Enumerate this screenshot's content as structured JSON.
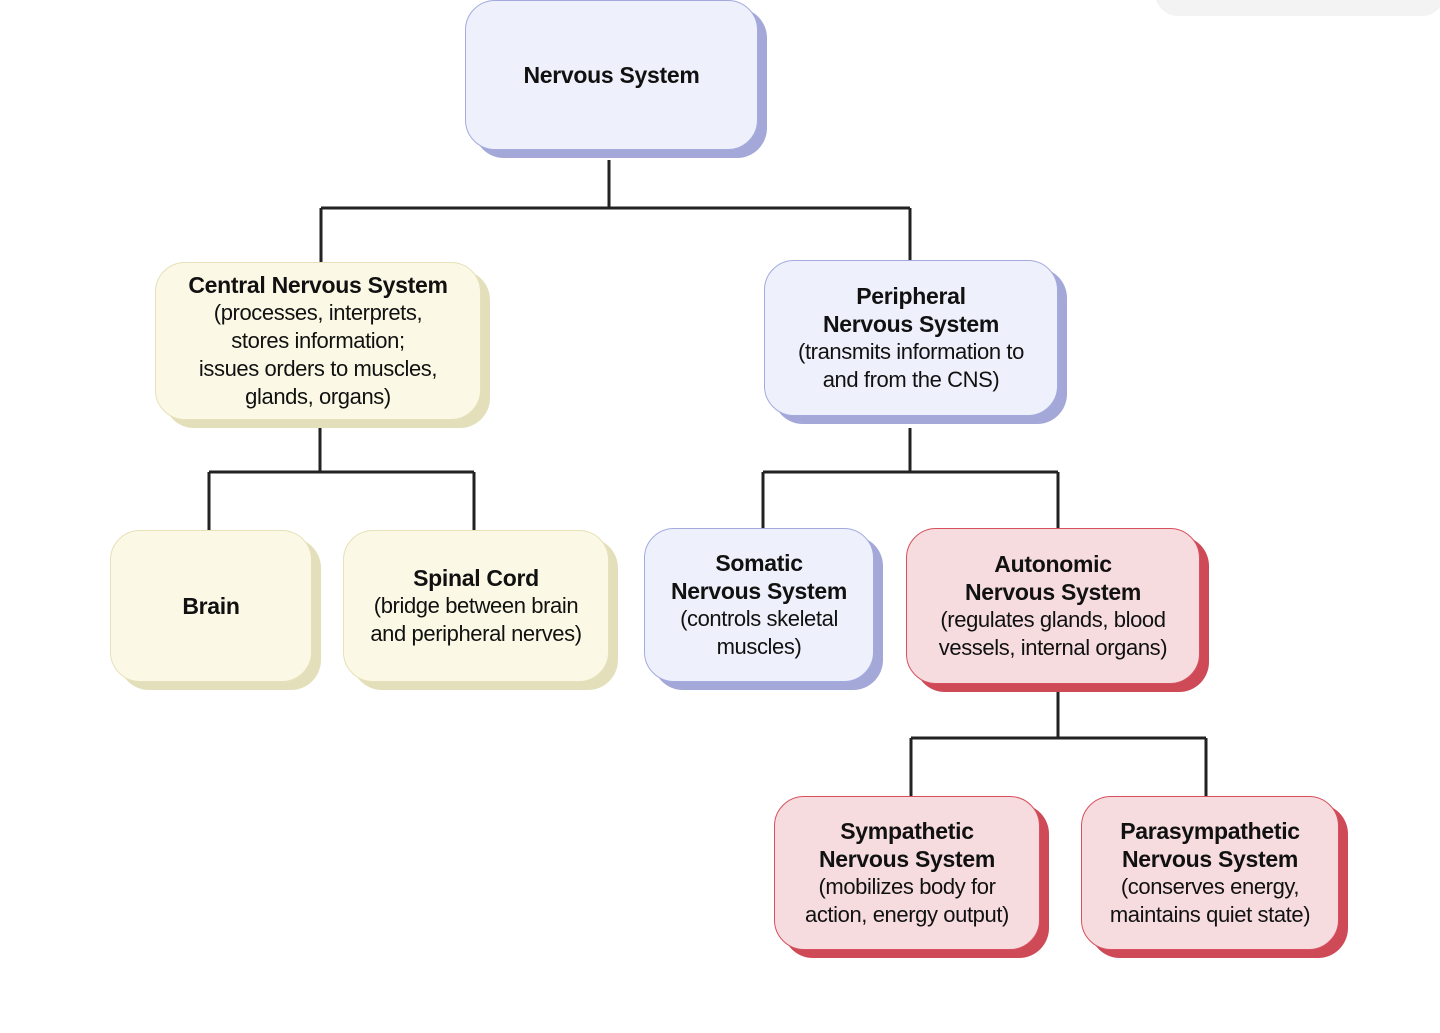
{
  "diagram": {
    "nodes": {
      "nervous_system": {
        "title": "Nervous System",
        "desc": ""
      },
      "central": {
        "title": "Central Nervous System",
        "desc": "(processes, interprets,\nstores information;\nissues orders to muscles,\nglands, organs)"
      },
      "peripheral": {
        "title": "Peripheral\nNervous System",
        "desc": "(transmits information to\nand from the CNS)"
      },
      "brain": {
        "title": "Brain",
        "desc": ""
      },
      "spinal_cord": {
        "title": "Spinal Cord",
        "desc": "(bridge between brain\nand peripheral nerves)"
      },
      "somatic": {
        "title": "Somatic\nNervous System",
        "desc": "(controls skeletal\nmuscles)"
      },
      "autonomic": {
        "title": "Autonomic\nNervous System",
        "desc": "(regulates glands, blood\nvessels, internal organs)"
      },
      "sympathetic": {
        "title": "Sympathetic\nNervous System",
        "desc": "(mobilizes body for\naction, energy output)"
      },
      "parasympathetic": {
        "title": "Parasympathetic\nNervous System",
        "desc": "(conserves energy,\nmaintains quiet state)"
      }
    },
    "colors": {
      "cns_branch": "#fbf9e6",
      "pns_branch": "#eef1fb",
      "autonomic_branch": "#f6dcdf",
      "connector": "#222222"
    }
  }
}
